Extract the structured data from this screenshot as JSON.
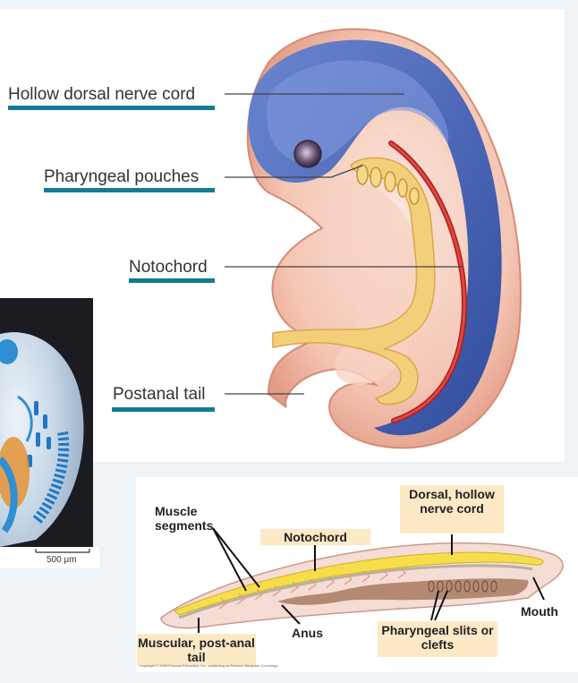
{
  "main_diagram": {
    "labels": {
      "nerve_cord": "Hollow dorsal nerve cord",
      "pharyngeal_pouches": "Pharyngeal pouches",
      "notochord": "Notochord",
      "postanal_tail": "Postanal tail"
    },
    "colors": {
      "underline": "#137c92",
      "nerve_cord": "#4f6cb8",
      "notochord": "#d8312c",
      "pharynx": "#f3cf7a",
      "body": "#f0b8a4"
    }
  },
  "photo": {
    "scale_bar": "500 µm"
  },
  "lancelet_diagram": {
    "labels": {
      "muscle_segments": "Muscle segments",
      "notochord": "Notochord",
      "dorsal_nerve_cord": "Dorsal, hollow nerve cord",
      "mouth": "Mouth",
      "anus": "Anus",
      "pharyngeal_slits": "Pharyngeal slits or clefts",
      "muscular_tail": "Muscular, post-anal tail"
    },
    "copyright": "Copyright © 2008 Pearson Education, Inc., publishing as Pearson Benjamin Cummings."
  }
}
